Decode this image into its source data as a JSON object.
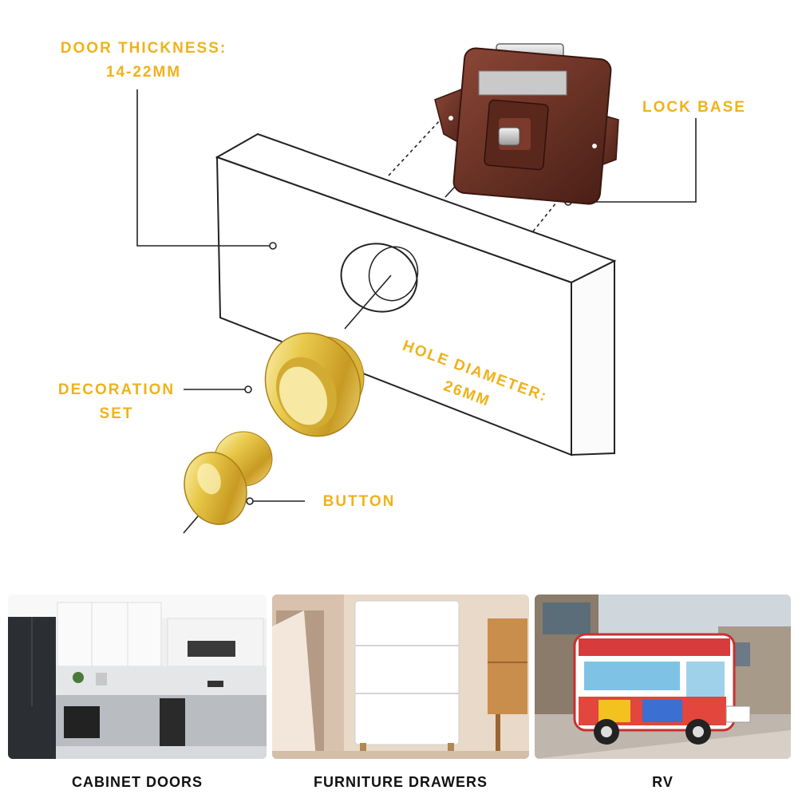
{
  "labels": {
    "door_thickness_title": "DOOR THICKNESS:",
    "door_thickness_value": "14-22MM",
    "lock_base": "LOCK BASE",
    "hole_diameter_title": "HOLE DIAMETER:",
    "hole_diameter_value": "26MM",
    "decoration_line1": "DECORATION",
    "decoration_line2": "SET",
    "button": "BUTTON"
  },
  "applications": [
    {
      "caption": "CABINET DOORS"
    },
    {
      "caption": "FURNITURE DRAWERS"
    },
    {
      "caption": "RV"
    }
  ],
  "colors": {
    "accent": "#f0b21a",
    "lock_brown": "#6b3226",
    "brass": "#e8c94a"
  },
  "icons": [
    "lock-base-illustration",
    "door-panel-illustration",
    "decoration-ring-illustration",
    "push-button-illustration"
  ]
}
